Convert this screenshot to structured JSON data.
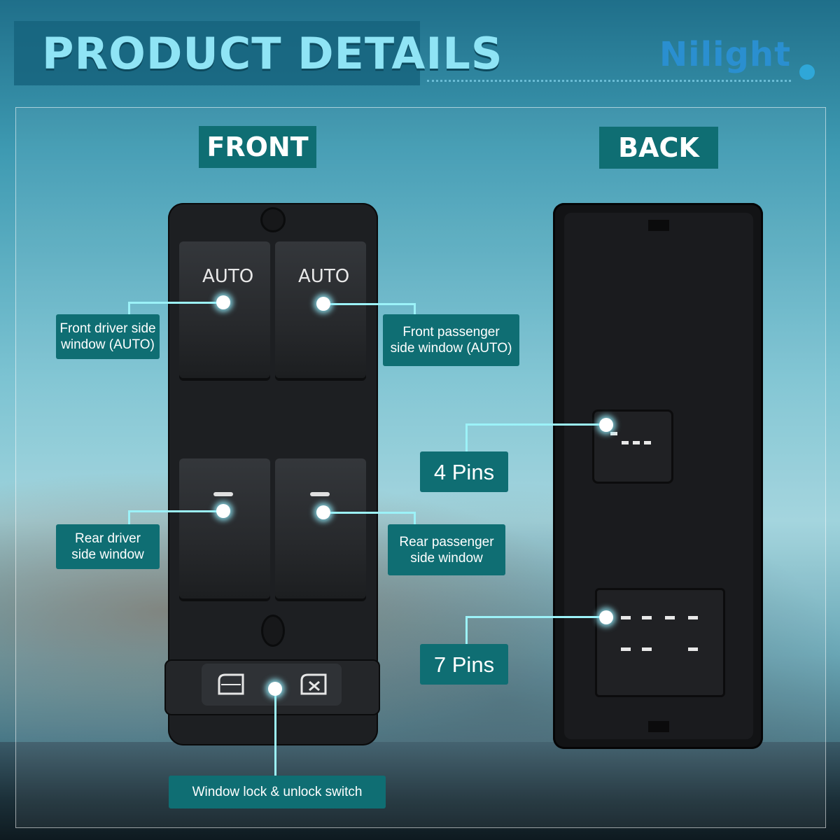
{
  "header": {
    "title": "PRODUCT DETAILS",
    "brand": "Nilight"
  },
  "sections": {
    "front": "FRONT",
    "back": "BACK"
  },
  "front_switch": {
    "button_text_left": "AUTO",
    "button_text_right": "AUTO"
  },
  "callouts": {
    "front_driver": "Front driver side\nwindow (AUTO)",
    "front_passenger": "Front passenger\nside window (AUTO)",
    "rear_driver": "Rear driver\nside window",
    "rear_passenger": "Rear passenger\nside window",
    "lock_switch": "Window lock & unlock switch",
    "pins_4": "4 Pins",
    "pins_7": "7 Pins"
  },
  "colors": {
    "label_bg": "#0f6e73",
    "title": "#8fe4f5",
    "brand": "#2a8fd0",
    "leader_line": "#9cf2f8"
  }
}
